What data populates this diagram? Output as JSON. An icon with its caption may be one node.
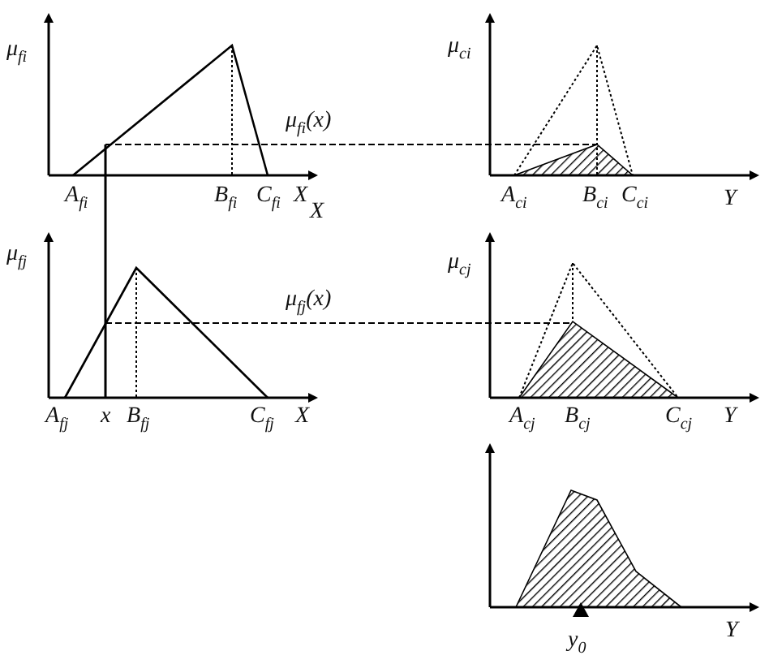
{
  "diagram": {
    "labels": [
      "μ$_{fi}$",
      "μ$_{fi}$(x)",
      "A$_{fi}$",
      "B$_{fi}$",
      "C$_{fi}$",
      "X",
      "X",
      "μ$_{ci}$",
      "A$_{ci}$",
      "B$_{ci}$",
      "C$_{ci}$",
      "Y",
      "μ$_{fj}$",
      "μ$_{fj}$(x)",
      "A$_{fj}$",
      "x",
      "B$_{fj}$",
      "C$_{fj}$",
      "X",
      "μ$_{cj}$",
      "A$_{cj}$",
      "B$_{cj}$",
      "C$_{cj}$",
      "Y",
      "Y",
      "y$_{0}$"
    ]
  }
}
